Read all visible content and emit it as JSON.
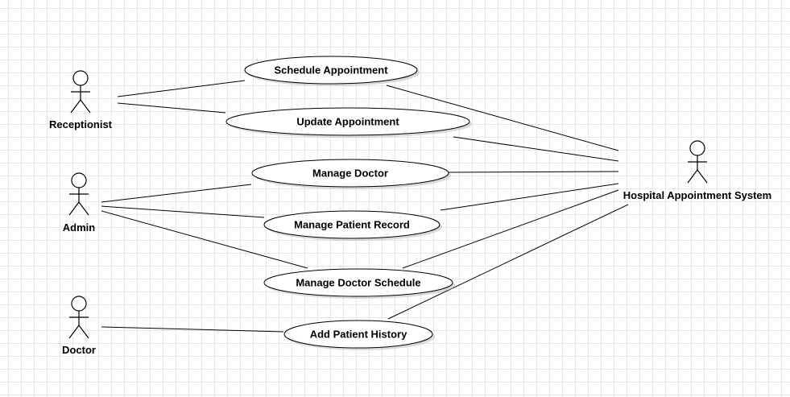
{
  "actors": [
    {
      "id": "receptionist",
      "label": "Receptionist"
    },
    {
      "id": "admin",
      "label": "Admin"
    },
    {
      "id": "doctor",
      "label": "Doctor"
    },
    {
      "id": "system",
      "label": "Hospital Appointment System"
    }
  ],
  "use_cases": [
    {
      "id": "schedule-appointment",
      "label": "Schedule Appointment"
    },
    {
      "id": "update-appointment",
      "label": "Update Appointment"
    },
    {
      "id": "manage-doctor",
      "label": "Manage Doctor"
    },
    {
      "id": "manage-patient-record",
      "label": "Manage Patient Record"
    },
    {
      "id": "manage-doctor-schedule",
      "label": "Manage Doctor Schedule"
    },
    {
      "id": "add-patient-history",
      "label": "Add Patient History"
    }
  ],
  "associations": [
    {
      "from": "receptionist",
      "to": "schedule-appointment"
    },
    {
      "from": "receptionist",
      "to": "update-appointment"
    },
    {
      "from": "admin",
      "to": "manage-doctor"
    },
    {
      "from": "admin",
      "to": "manage-patient-record"
    },
    {
      "from": "admin",
      "to": "manage-doctor-schedule"
    },
    {
      "from": "doctor",
      "to": "add-patient-history"
    },
    {
      "from": "schedule-appointment",
      "to": "system"
    },
    {
      "from": "update-appointment",
      "to": "system"
    },
    {
      "from": "manage-doctor",
      "to": "system"
    },
    {
      "from": "manage-patient-record",
      "to": "system"
    },
    {
      "from": "manage-doctor-schedule",
      "to": "system"
    },
    {
      "from": "add-patient-history",
      "to": "system"
    }
  ],
  "colors": {
    "stroke": "#000000",
    "fill": "#ffffff",
    "shadow": "#bdbdbd",
    "grid": "#e6e6e6"
  }
}
